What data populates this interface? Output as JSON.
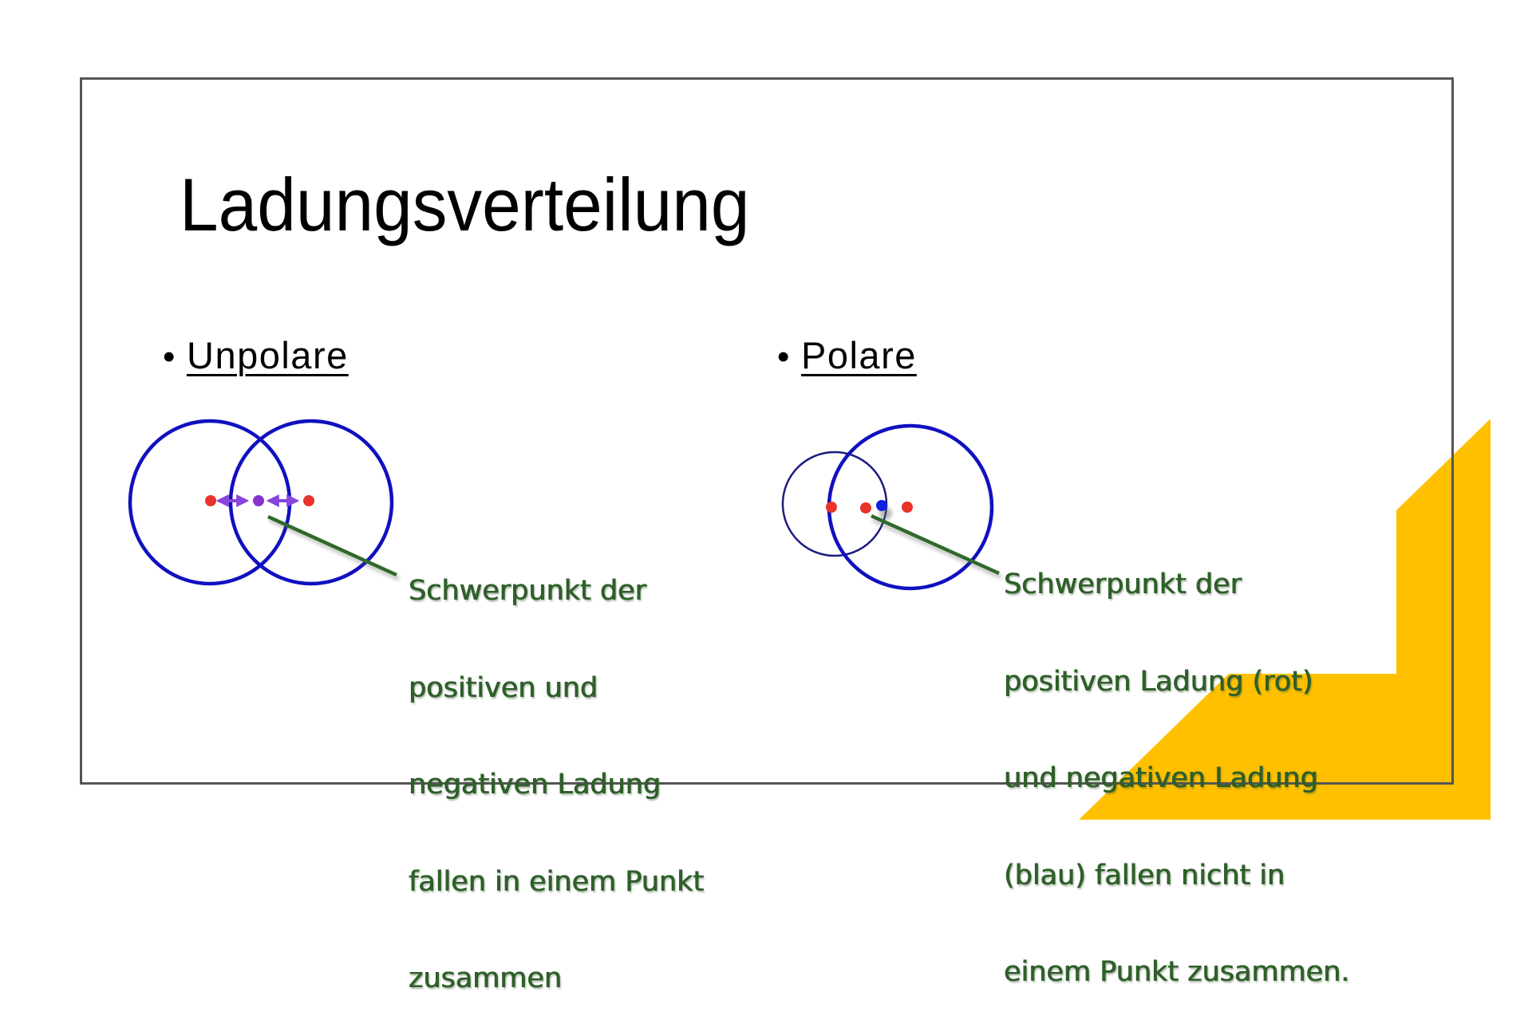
{
  "slide": {
    "title": "Ladungsverteilung",
    "colors": {
      "background": "#ffffff",
      "frame": "#555555",
      "accent_yellow": "#ffc000",
      "circle_blue": "#1010c0",
      "circle_navy_thin": "#1b1b80",
      "positive_charge_red": "#e8322a",
      "negative_charge_blue": "#1020e0",
      "centroid_purple": "#8833cc",
      "pointer_green": "#2f6a2a",
      "caption_green": "#2f5f2a"
    }
  },
  "sections": {
    "unpolar": {
      "bullet": "•",
      "heading": "Unpolare",
      "caption_lines": [
        "Schwerpunkt der",
        "positiven und",
        "negativen Ladung",
        "fallen in einem Punkt",
        "zusammen"
      ],
      "icons": [
        "double-arrow-icon",
        "double-arrow-icon"
      ]
    },
    "polar": {
      "bullet": "•",
      "heading": "Polare",
      "caption_lines": [
        "Schwerpunkt der",
        "positiven Ladung (rot)",
        "und negativen Ladung",
        "(blau) fallen nicht in",
        "einem Punkt zusammen."
      ]
    }
  }
}
